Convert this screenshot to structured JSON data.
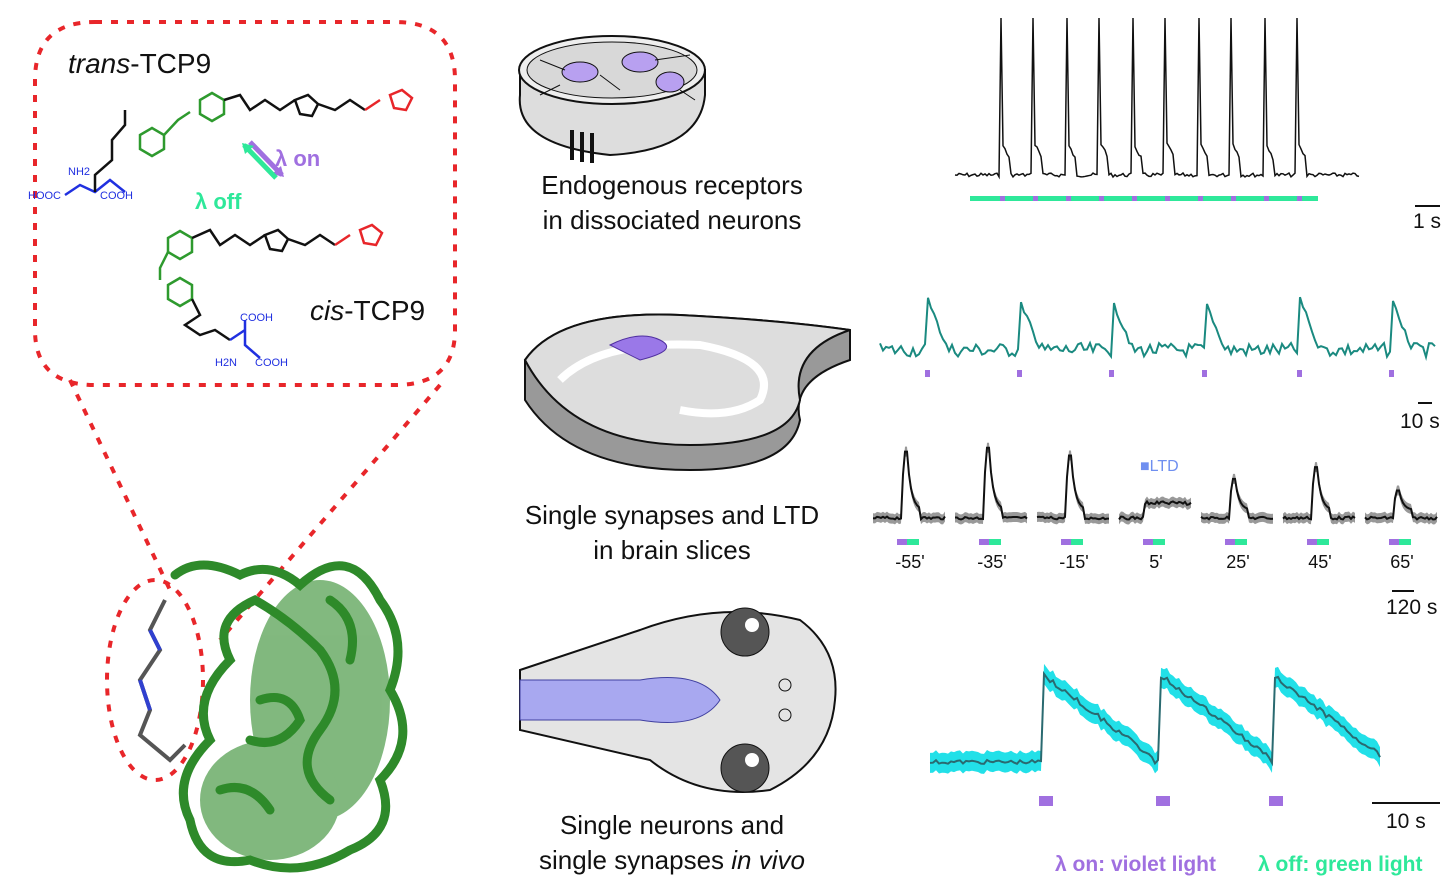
{
  "molecule": {
    "trans_prefix": "trans",
    "trans_suffix": "-TCP9",
    "cis_prefix": "cis",
    "cis_suffix": "-TCP9",
    "lambda_on": "λ on",
    "lambda_off": "λ off",
    "groups": {
      "nh2": "NH2",
      "hooc": "HOOC",
      "cooh": "COOH",
      "h2n": "H2N"
    }
  },
  "panels": [
    {
      "caption_line1": "Endogenous receptors",
      "caption_line2": "in dissociated neurons",
      "scale": "1 s"
    },
    {
      "caption_line1": "Single synapses and LTD",
      "caption_line2": "in brain slices",
      "scale": "10 s",
      "scale2": "120 s",
      "ltd_label": "LTD",
      "timepoints": [
        "-55'",
        "-35'",
        "-15'",
        "5'",
        "25'",
        "45'",
        "65'"
      ]
    },
    {
      "caption_line1": "Single neurons and",
      "caption_line2_plain": "single synapses ",
      "caption_line2_italic": "in vivo",
      "scale": "10 s"
    }
  ],
  "legend": {
    "on": "λ on: violet light",
    "off": "λ off: green light"
  },
  "colors": {
    "violet": "#a070e0",
    "green": "#2ee89a",
    "teal": "#1a8a80",
    "cyan": "#22e0e8",
    "red": "#e8262a",
    "protein": "#2e8a2a",
    "ltd": "#6f8ff0"
  }
}
